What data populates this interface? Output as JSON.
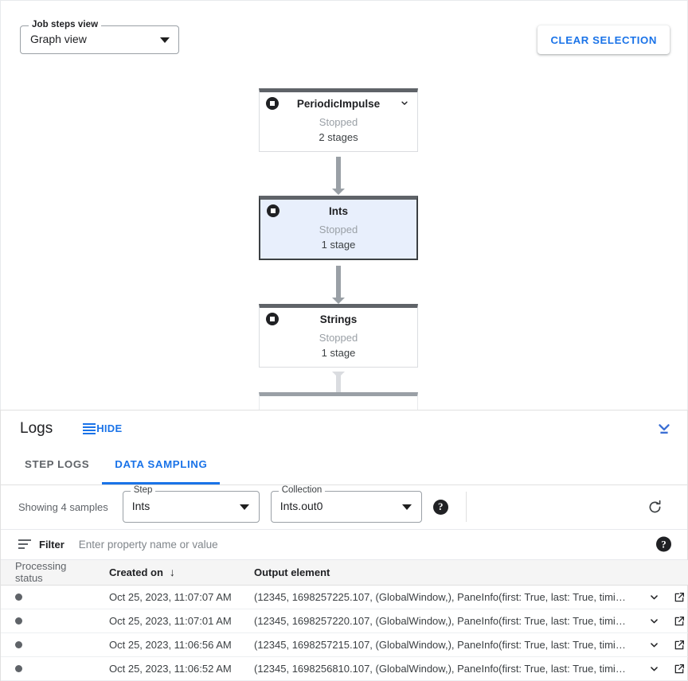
{
  "toolbar": {
    "view_select": {
      "label": "Job steps view",
      "value": "Graph view"
    },
    "clear_selection_label": "CLEAR SELECTION"
  },
  "graph": {
    "nodes": [
      {
        "title": "PeriodicImpulse",
        "status": "Stopped",
        "stages": "2 stages",
        "selected": false,
        "has_chevron": true
      },
      {
        "title": "Ints",
        "status": "Stopped",
        "stages": "1 stage",
        "selected": true,
        "has_chevron": false
      },
      {
        "title": "Strings",
        "status": "Stopped",
        "stages": "1 stage",
        "selected": false,
        "has_chevron": false
      }
    ]
  },
  "logs": {
    "title": "Logs",
    "hide_label": "HIDE",
    "tabs": [
      {
        "label": "STEP LOGS",
        "active": false
      },
      {
        "label": "DATA SAMPLING",
        "active": true
      }
    ]
  },
  "sampling": {
    "showing_text": "Showing 4 samples",
    "step": {
      "label": "Step",
      "value": "Ints"
    },
    "collection": {
      "label": "Collection",
      "value": "Ints.out0"
    },
    "help_glyph": "?",
    "refresh_title": "refresh"
  },
  "filter": {
    "label": "Filter",
    "placeholder": "Enter property name or value",
    "value": ""
  },
  "table": {
    "columns": [
      "Processing status",
      "Created on",
      "Output element"
    ],
    "sort_column": "Created on",
    "sort_direction": "↓",
    "rows": [
      {
        "status": "",
        "created_on": "Oct 25, 2023, 11:07:07 AM",
        "output_element": "(12345, 1698257225.107, (GlobalWindow,), PaneInfo(first: True, last: True, timing…"
      },
      {
        "status": "",
        "created_on": "Oct 25, 2023, 11:07:01 AM",
        "output_element": "(12345, 1698257220.107, (GlobalWindow,), PaneInfo(first: True, last: True, timing…"
      },
      {
        "status": "",
        "created_on": "Oct 25, 2023, 11:06:56 AM",
        "output_element": "(12345, 1698257215.107, (GlobalWindow,), PaneInfo(first: True, last: True, timing…"
      },
      {
        "status": "",
        "created_on": "Oct 25, 2023, 11:06:52 AM",
        "output_element": "(12345, 1698256810.107, (GlobalWindow,), PaneInfo(first: True, last: True, timing…"
      }
    ]
  },
  "colors": {
    "accent": "#1a73e8",
    "selected_node_bg": "#e8effc",
    "node_header": "#5f6368",
    "muted_text": "#9aa0a6"
  }
}
